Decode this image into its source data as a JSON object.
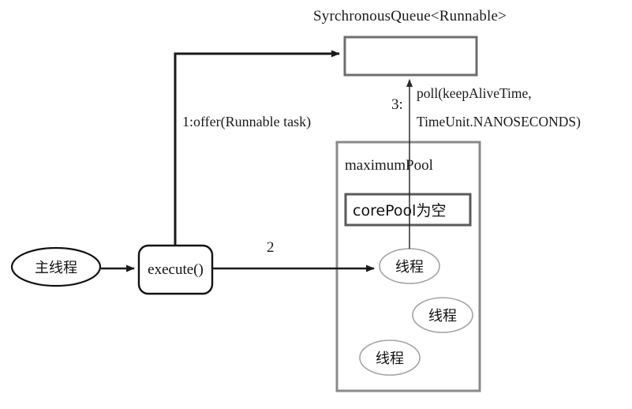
{
  "diagram": {
    "title": "SyrchronousQueue<Runnable>",
    "queue_box": {
      "name": "synchronous-queue-box",
      "content": ""
    },
    "nodes": {
      "main_thread": "主线程",
      "execute": "execute()",
      "maximum_pool": "maximumPool",
      "core_pool": "corePool为空",
      "thread_1": "线程",
      "thread_2": "线程",
      "thread_3": "线程"
    },
    "edges": {
      "offer_label": "1:offer(Runnable task)",
      "step_two_label": "2",
      "poll_step_label": "3:",
      "poll_line_1": "poll(keepAliveTime,",
      "poll_line_2": "TimeUnit.NANOSECONDS)"
    },
    "colors": {
      "stroke_dark": "#1a1a1a",
      "stroke_gray": "#6e6e6e",
      "stroke_light": "#9a9a9a",
      "background": "#ffffff",
      "text": "#1a1a1a"
    }
  }
}
